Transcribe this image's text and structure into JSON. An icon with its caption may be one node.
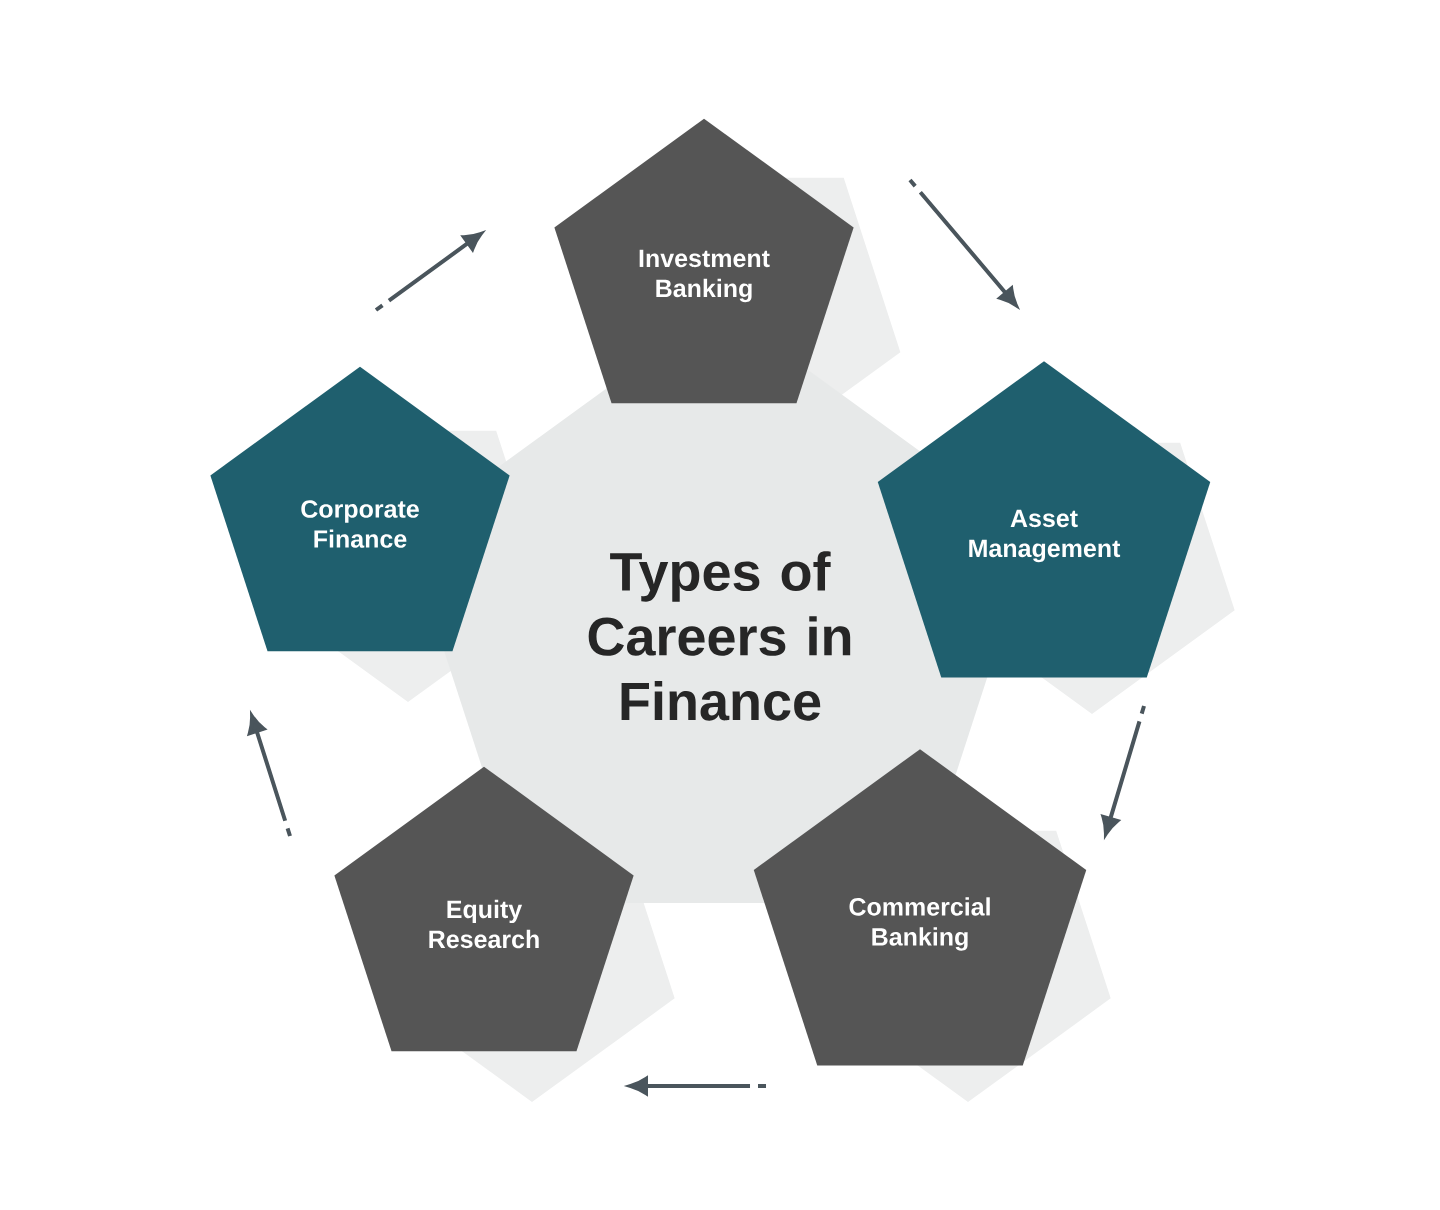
{
  "diagram": {
    "nodes": [
      {
        "text": [
          "Types of Careers in Finance"
        ]
      },
      {
        "text": [
          "Investment Banking"
        ]
      },
      {
        "text": [
          "Corporate Finance"
        ]
      },
      {
        "text": [
          "Asset Management"
        ]
      },
      {
        "text": [
          "Equity Research"
        ]
      },
      {
        "text": [
          "Commercial Banking"
        ]
      }
    ],
    "edges": [
      {
        "from": 2,
        "to": 1,
        "arrow": "to"
      },
      {
        "from": 1,
        "to": 3,
        "arrow": "to"
      },
      {
        "from": 3,
        "to": 5,
        "arrow": "to"
      },
      {
        "from": 5,
        "to": 4,
        "arrow": "to"
      },
      {
        "from": 4,
        "to": 2,
        "arrow": "to"
      }
    ]
  }
}
